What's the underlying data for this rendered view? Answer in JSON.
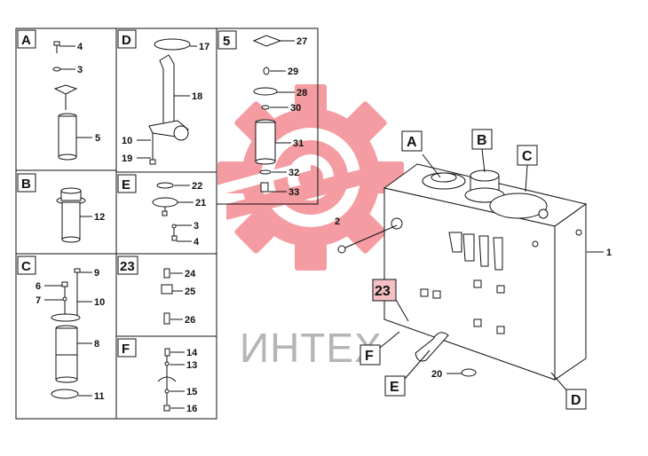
{
  "panels": {
    "A": {
      "label": "A",
      "callouts": [
        "4",
        "3",
        "5"
      ]
    },
    "B": {
      "label": "B",
      "callouts": [
        "12"
      ]
    },
    "C": {
      "label": "C",
      "callouts": [
        "9",
        "6",
        "7",
        "10",
        "8",
        "11"
      ]
    },
    "D": {
      "label": "D",
      "callouts": [
        "17",
        "18",
        "10",
        "19"
      ]
    },
    "E": {
      "label": "E",
      "callouts": [
        "22",
        "21",
        "3",
        "4"
      ]
    },
    "P23": {
      "label": "23",
      "callouts": [
        "24",
        "25",
        "26"
      ]
    },
    "F": {
      "label": "F",
      "callouts": [
        "14",
        "13",
        "15",
        "16"
      ]
    },
    "P5": {
      "label": "5",
      "callouts": [
        "27",
        "29",
        "28",
        "30",
        "31",
        "32",
        "33"
      ]
    }
  },
  "main": {
    "callouts": {
      "A": "A",
      "B": "B",
      "C": "C",
      "D": "D",
      "E": "E",
      "F": "F",
      "P23": "23"
    },
    "part_numbers": {
      "n1": "1",
      "n2": "2",
      "n20": "20"
    }
  },
  "watermark": {
    "text": "ИНТЕХ",
    "color": "#e8505b"
  }
}
